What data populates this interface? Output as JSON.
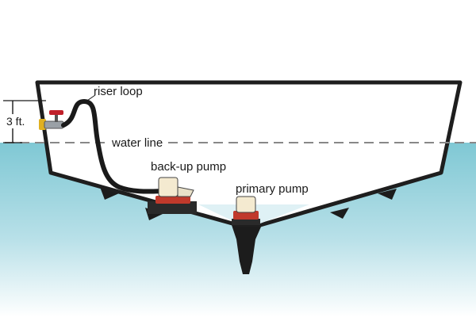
{
  "labels": {
    "riser_loop": "riser loop",
    "height": "3 ft.",
    "water_line": "water line",
    "backup_pump": "back-up pump",
    "primary_pump": "primary pump"
  },
  "colors": {
    "sea_top": "#7fc8d4",
    "sea_bottom": "#ffffff",
    "hull_outline": "#1e1e1e",
    "hull_fill": "#ffffff",
    "bilge_water": "#dff1f5",
    "hose": "#1a1a1a",
    "valve_handle": "#c0202a",
    "fitting": "#e0b020",
    "pump_body": "#f4ead0",
    "pump_base": "#c0392b",
    "pump_mount": "#2a2a2a",
    "water_line_dash": "#888888"
  }
}
